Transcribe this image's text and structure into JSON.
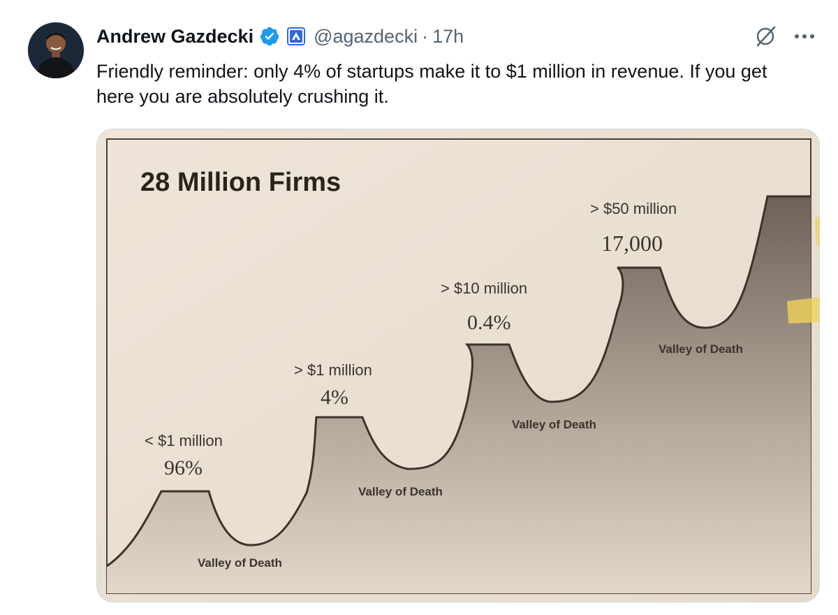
{
  "author": {
    "name": "Andrew Gazdecki",
    "handle": "@agazdecki",
    "separator": "·",
    "time": "17h"
  },
  "tweet": {
    "text": "Friendly reminder: only 4% of startups make it to $1 million in revenue. If you get here you are absolutely crushing it."
  },
  "icons": {
    "verified": "verified-badge-icon",
    "affiliate": "affiliate-badge-icon",
    "grok": "grok-icon",
    "more": "more-icon"
  },
  "colors": {
    "verified": "#1d9bf0",
    "handle": "#536471",
    "paper": "#ece2d4",
    "hill": "#6f6459"
  },
  "image": {
    "title": "28 Million Firms",
    "peaks": [
      {
        "range": "< $1 million",
        "value": "96%"
      },
      {
        "range": "> $1 million",
        "value": "4%"
      },
      {
        "range": "> $10 million",
        "value": "0.4%"
      },
      {
        "range": "> $50 million",
        "value": "17,000"
      }
    ],
    "valleys": [
      "Valley of Death",
      "Valley of Death",
      "Valley of Death",
      "Valley of Death"
    ]
  }
}
